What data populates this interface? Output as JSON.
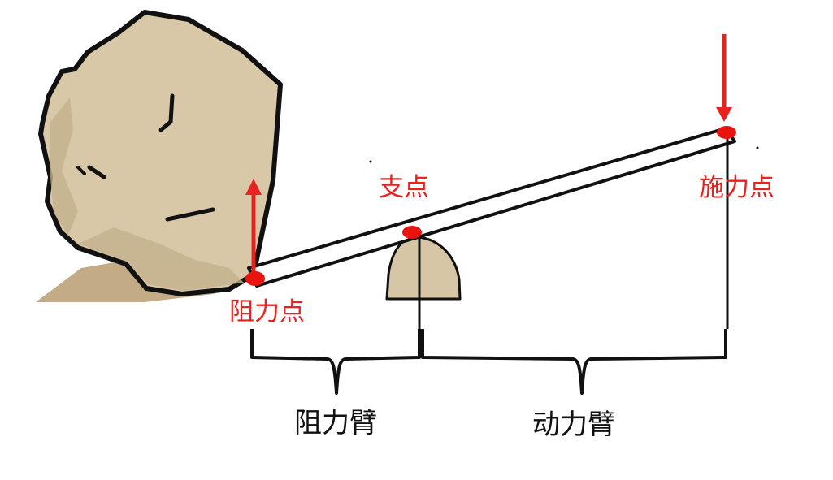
{
  "diagram": {
    "labels": {
      "fulcrum": "支点",
      "effort_point": "施力点",
      "load_point": "阻力点",
      "load_arm": "阻力臂",
      "effort_arm": "动力臂"
    },
    "colors": {
      "label_red": "#e8231f",
      "arrow_red": "#e8231f",
      "point_red": "#e8150f",
      "rock_fill": "#d8c8a8",
      "rock_shadow": "#c2ab85",
      "fulcrum_fill": "#d6c6a6",
      "ink": "#111111"
    }
  }
}
